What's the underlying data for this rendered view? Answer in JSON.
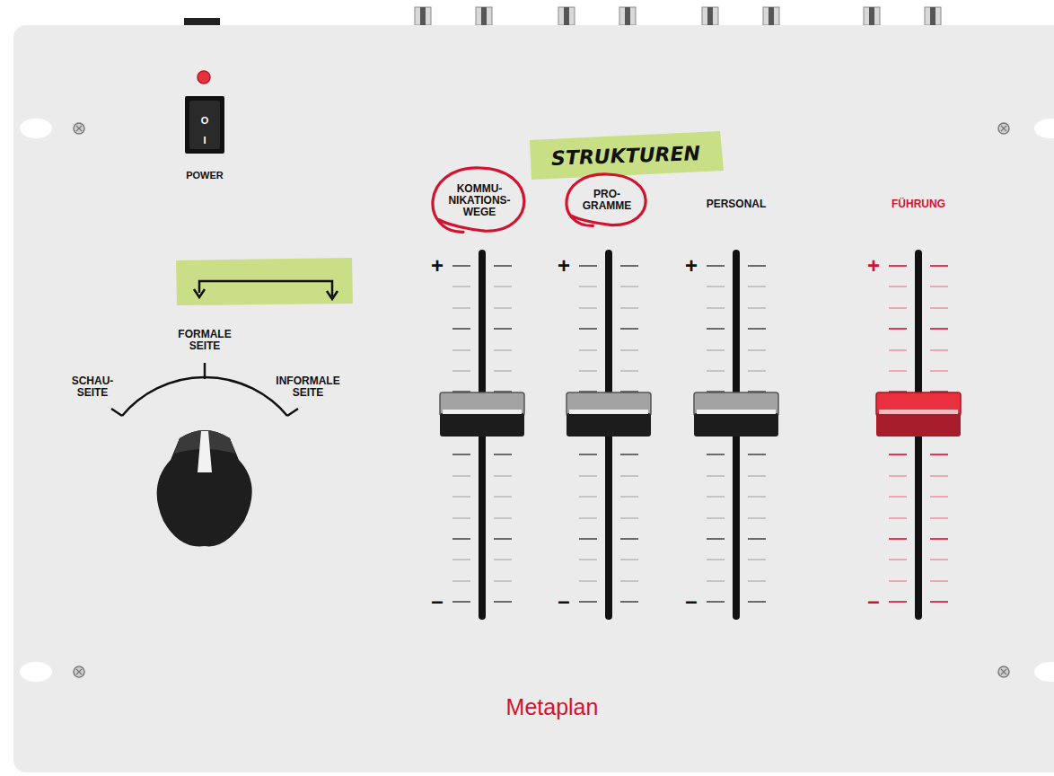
{
  "diagram": {
    "nodes": [
      {
        "text": [
          "STRUKTUREN"
        ]
      },
      {
        "text": [
          "KOMMU- NIKATIONS- WEGE"
        ]
      },
      {
        "text": [
          "PRO- GRAMME"
        ]
      }
    ],
    "labels": [
      "O",
      "I",
      "POWER",
      "PERSONAL",
      "FÜHRUNG",
      "+",
      "+",
      "+",
      "+",
      "FORMALE SEITE",
      "SCHAU- SEITE",
      "INFORMALE SEITE",
      "–",
      "–",
      "–",
      "–",
      "Metaplan"
    ]
  }
}
